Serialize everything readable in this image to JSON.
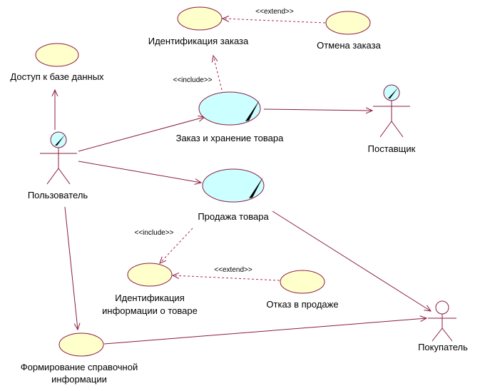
{
  "use_cases": {
    "order_identification": "Идентификация заказа",
    "order_cancel": "Отмена заказа",
    "db_access": "Доступ к базе данных",
    "order_storage": "Заказ и хранение товара",
    "product_sale": "Продажа товара",
    "product_info_line1": "Идентификация",
    "product_info_line2": "информации о товаре",
    "sale_refusal": "Отказ в продаже",
    "reference_line1": "Формирование справочной",
    "reference_line2": "информации"
  },
  "actors": {
    "user": "Пользователь",
    "supplier": "Поставщик",
    "buyer": "Покупатель"
  },
  "stereotypes": {
    "extend_top": "<<extend>>",
    "include_top": "<<include>>",
    "include_mid": "<<include>>",
    "extend_mid": "<<extend>>"
  },
  "colors": {
    "line": "#8b1c3f",
    "use_case_fill": "#ffffcc",
    "main_use_case_fill": "#ccffff",
    "actor_head_fill": "#ccffff"
  }
}
